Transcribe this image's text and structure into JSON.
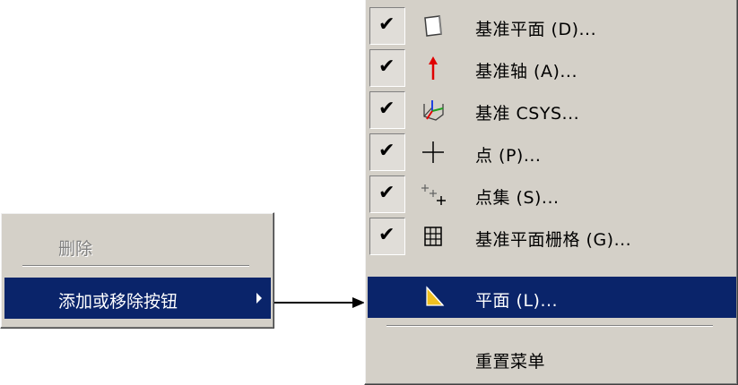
{
  "context_menu": {
    "delete_label": "删除",
    "add_remove_label": "添加或移除按钮"
  },
  "submenu": {
    "items": [
      {
        "label": "基准平面 (D)...",
        "checked": true,
        "icon": "datum-plane-icon"
      },
      {
        "label": "基准轴 (A)...",
        "checked": true,
        "icon": "datum-axis-icon"
      },
      {
        "label": "基准 CSYS...",
        "checked": true,
        "icon": "datum-csys-icon"
      },
      {
        "label": "点 (P)...",
        "checked": true,
        "icon": "point-icon"
      },
      {
        "label": "点集 (S)...",
        "checked": true,
        "icon": "point-set-icon"
      },
      {
        "label": "基准平面栅格 (G)...",
        "checked": true,
        "icon": "datum-plane-grid-icon"
      },
      {
        "label": "平面 (L)...",
        "checked": false,
        "icon": "plane-icon",
        "highlighted": true
      }
    ],
    "reset_label": "重置菜单"
  },
  "colors": {
    "menu_bg": "#d4d0c8",
    "highlight": "#0a246a",
    "disabled_text": "#808080"
  }
}
